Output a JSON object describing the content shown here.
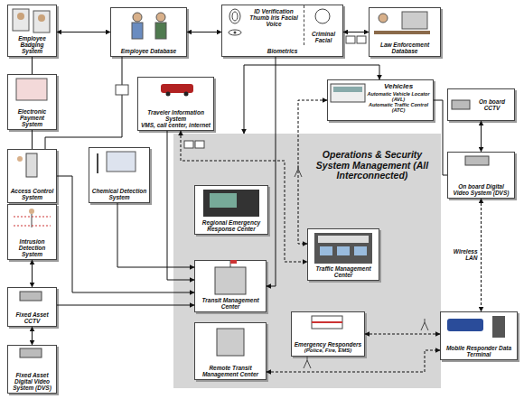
{
  "diagram": {
    "nodes": [
      {
        "text": [
          "Employee Badging System"
        ]
      },
      {
        "text": [
          "Employee Database"
        ]
      },
      {
        "text": [
          "Biometrics"
        ]
      },
      {
        "text": [
          "ID Verification",
          "Thumb Iris Facial Voice"
        ],
        "in": 2
      },
      {
        "text": [
          "Criminal",
          "Facial"
        ],
        "in": 2
      },
      {
        "text": [
          "Law Enforcement Database"
        ]
      },
      {
        "text": [
          "Electronic Payment System"
        ]
      },
      {
        "text": [
          "Traveler Information System",
          "VMS, call center, internet"
        ]
      },
      {
        "text": [
          "Vehicles",
          "Automatic Vehicle Locator (AVL)",
          "Automatic Traffic Control (ATC)"
        ]
      },
      {
        "text": [
          "On board CCTV"
        ]
      },
      {
        "text": [
          "Access Control System"
        ]
      },
      {
        "text": [
          "Intrusion Detection System"
        ]
      },
      {
        "text": [
          "Chemical Detection System"
        ]
      },
      {
        "text": [
          "On board Digital Video System (DVS)"
        ]
      },
      {
        "text": [
          "Operations & Security System Management (All Interconnected)"
        ]
      },
      {
        "text": [
          "Regional Emergency Response Center"
        ],
        "in": 14
      },
      {
        "text": [
          "Traffic Management Center"
        ],
        "in": 14
      },
      {
        "text": [
          "Transit Management Center"
        ],
        "in": 14
      },
      {
        "text": [
          "Emergency Responders",
          "(Police, Fire, EMS)"
        ],
        "in": 14
      },
      {
        "text": [
          "Remote Transit Management Center"
        ],
        "in": 14
      },
      {
        "text": [
          "Fixed Asset CCTV"
        ]
      },
      {
        "text": [
          "Fixed Asset Digital Video System (DVS)"
        ]
      },
      {
        "text": [
          "Mobile Responder Data Terminal"
        ]
      }
    ],
    "edges": [
      {
        "from": 0,
        "to": 1,
        "arrow": "both"
      },
      {
        "from": 1,
        "to": 2,
        "arrow": "both"
      },
      {
        "from": 2,
        "to": 5,
        "arrow": "both"
      },
      {
        "from": 0,
        "to": 6,
        "arrow": "none"
      },
      {
        "from": 6,
        "to": 10,
        "arrow": "none"
      },
      {
        "from": 1,
        "to": 10,
        "arrow": "none"
      },
      {
        "from": 2,
        "to": 17,
        "arrow": "to"
      },
      {
        "from": 7,
        "to": 17,
        "arrow": "to"
      },
      {
        "from": 12,
        "to": 17,
        "arrow": "to"
      },
      {
        "from": 10,
        "to": 17,
        "arrow": "to"
      },
      {
        "from": 11,
        "to": 20,
        "arrow": "both"
      },
      {
        "from": 20,
        "to": 17,
        "arrow": "to"
      },
      {
        "from": 20,
        "to": 21,
        "arrow": "both"
      },
      {
        "from": 14,
        "to": 8,
        "arrow": "both"
      },
      {
        "from": 8,
        "to": 16,
        "arrow": "both"
      },
      {
        "from": 7,
        "to": 16,
        "arrow": "both"
      },
      {
        "from": 8,
        "to": 13,
        "arrow": "none"
      },
      {
        "from": 9,
        "to": 13,
        "arrow": "both"
      },
      {
        "from": 13,
        "to": 22,
        "label": "Wireless LAN",
        "arrow": "both"
      },
      {
        "from": 18,
        "to": 22,
        "arrow": "both"
      },
      {
        "from": 19,
        "to": 22,
        "arrow": "both"
      }
    ]
  }
}
